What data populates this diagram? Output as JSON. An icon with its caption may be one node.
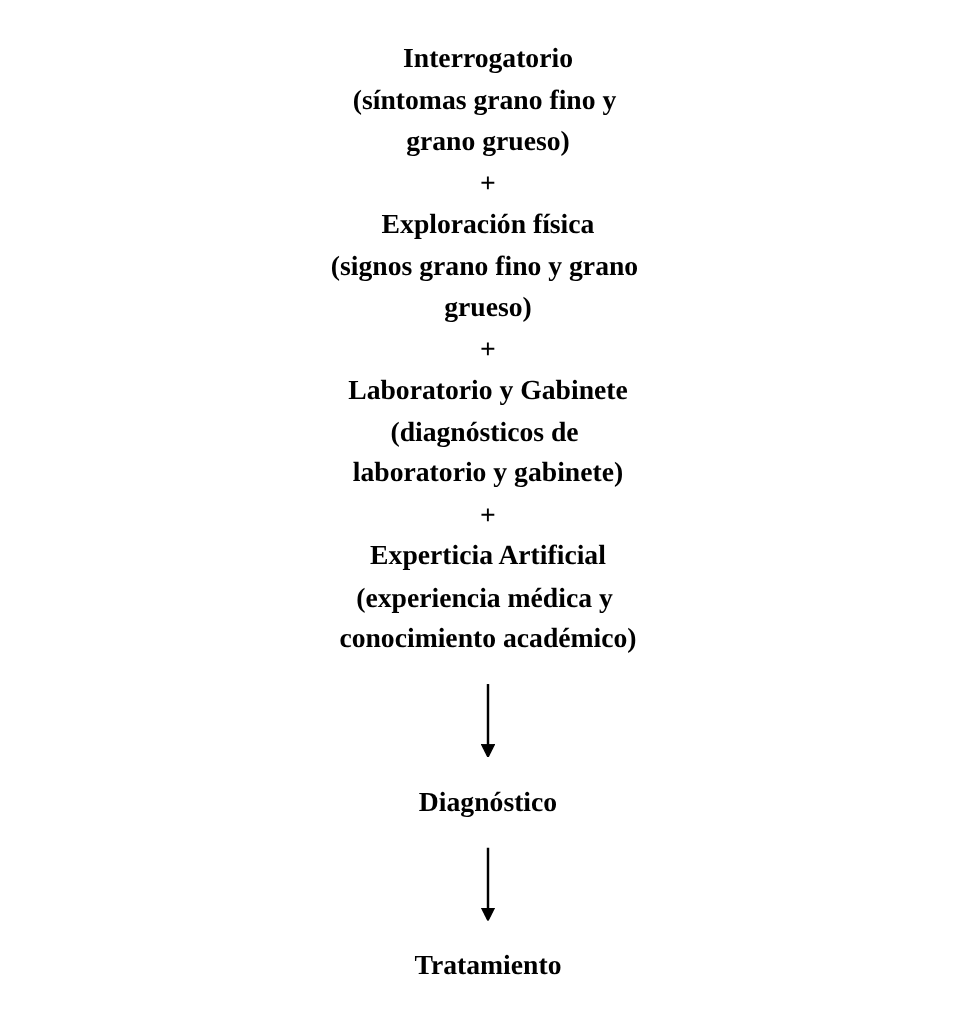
{
  "diagram": {
    "nodes": [
      {
        "text": [
          "Interrogatorio",
          "(síntomas grano fino y grano grueso)",
          "+",
          "Exploración física",
          "(signos grano fino y grano grueso)",
          "+",
          "Laboratorio y Gabinete",
          "(diagnósticos de laboratorio y gabinete)",
          "+",
          "Experticia Artificial",
          "(experiencia médica y conocimiento académico)"
        ]
      },
      {
        "text": [
          "Diagnóstico"
        ]
      },
      {
        "text": [
          "Tratamiento"
        ]
      }
    ],
    "edges": [
      {
        "from": 0,
        "to": 1,
        "arrow": "to"
      },
      {
        "from": 1,
        "to": 2,
        "arrow": "to"
      }
    ]
  }
}
